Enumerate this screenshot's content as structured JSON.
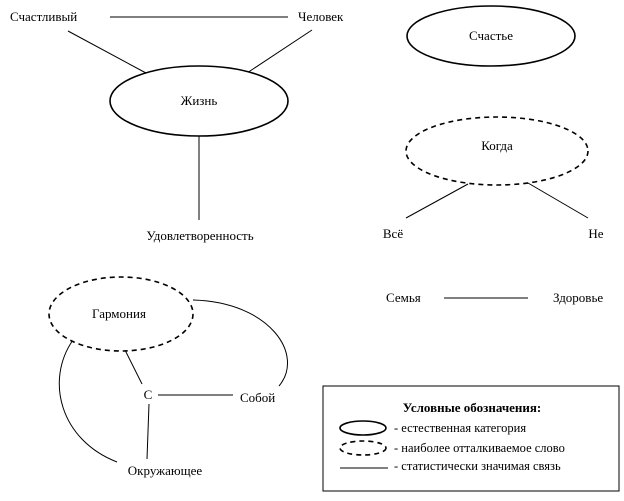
{
  "words": {
    "schastlivyy": "Счастливый",
    "chelovek": "Человек",
    "zhizn": "Жизнь",
    "udovletvorennost": "Удовлетворенность",
    "schastye": "Счастье",
    "kogda": "Когда",
    "vsyo": "Всё",
    "ne": "Не",
    "semya": "Семья",
    "zdorovye": "Здоровье",
    "garmoniya": "Гармония",
    "s": "С",
    "soboy": "Собой",
    "okruzhayushchee": "Окружающее"
  },
  "legend": {
    "title": "Условные обозначения:",
    "items": [
      {
        "style": "solid-ellipse",
        "label": "- естественная категория"
      },
      {
        "style": "dashed-ellipse",
        "label": "- наиболее отталкиваемое слово"
      },
      {
        "style": "line",
        "label": "- статистически значимая связь"
      }
    ]
  },
  "colors": {
    "stroke": "#000000",
    "background": "#ffffff"
  }
}
